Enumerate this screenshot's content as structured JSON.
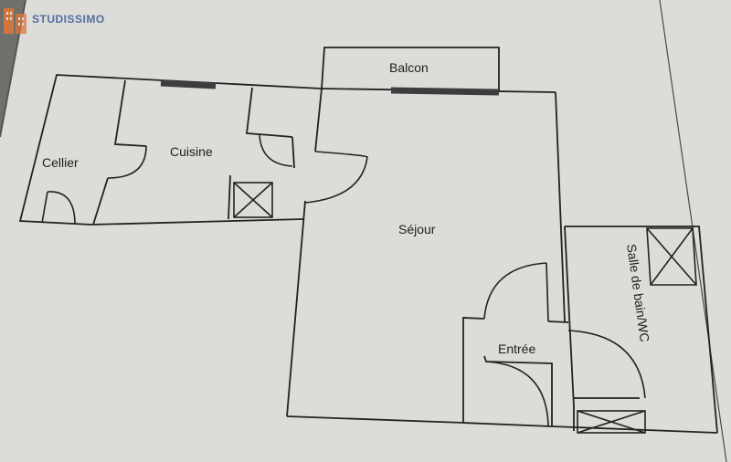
{
  "brand": {
    "name": "STUDISSIMO"
  },
  "rooms": {
    "balcon": "Balcon",
    "cellier": "Cellier",
    "cuisine": "Cuisine",
    "sejour": "Séjour",
    "entree": "Entrée",
    "salle_de_bain": "Salle de bain/WC"
  },
  "colors": {
    "paper": "#dcdcd9",
    "ink": "#222222",
    "window": "#3d3d3d",
    "brand": "#3a5a99",
    "brand_icon": "#d9773a"
  }
}
